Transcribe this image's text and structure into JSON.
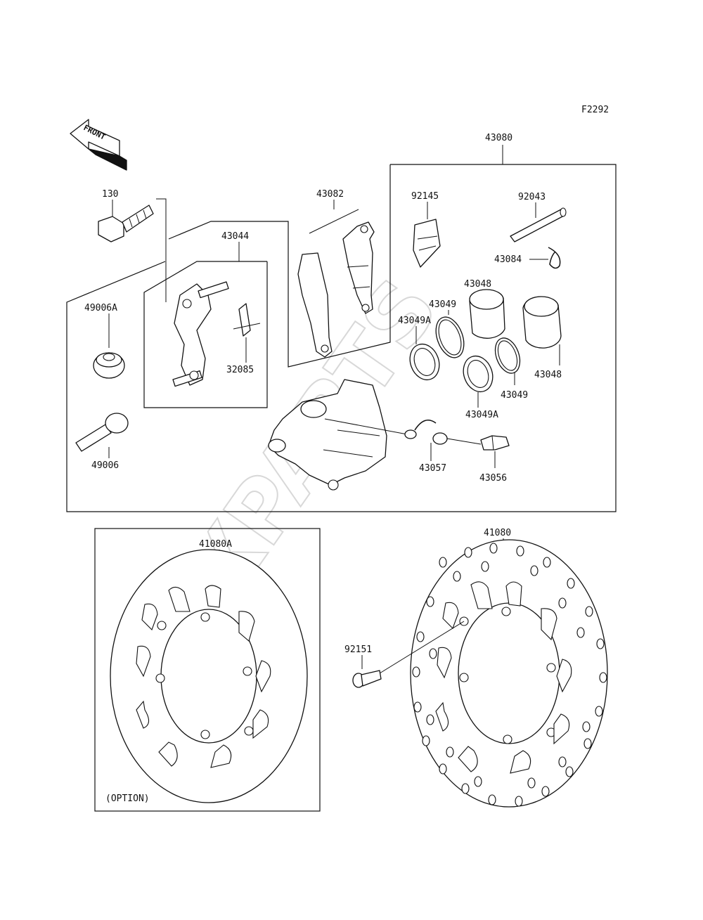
{
  "figure_code": "F2292",
  "direction_label": "FRONT",
  "watermark": "XPARTS",
  "option_note": "(OPTION)",
  "parts": {
    "p43080": "43080",
    "p130": "130",
    "p43082": "43082",
    "p92145": "92145",
    "p92043": "92043",
    "p43044": "43044",
    "p43084": "43084",
    "p43048a": "43048",
    "p43049a": "43049",
    "p43049Aa": "43049A",
    "p49006A": "49006A",
    "p32085": "32085",
    "p43048b": "43048",
    "p43049b": "43049",
    "p43049Ab": "43049A",
    "p49006": "49006",
    "p43057": "43057",
    "p43056": "43056",
    "p41080A": "41080A",
    "p41080": "41080",
    "p92151": "92151"
  }
}
